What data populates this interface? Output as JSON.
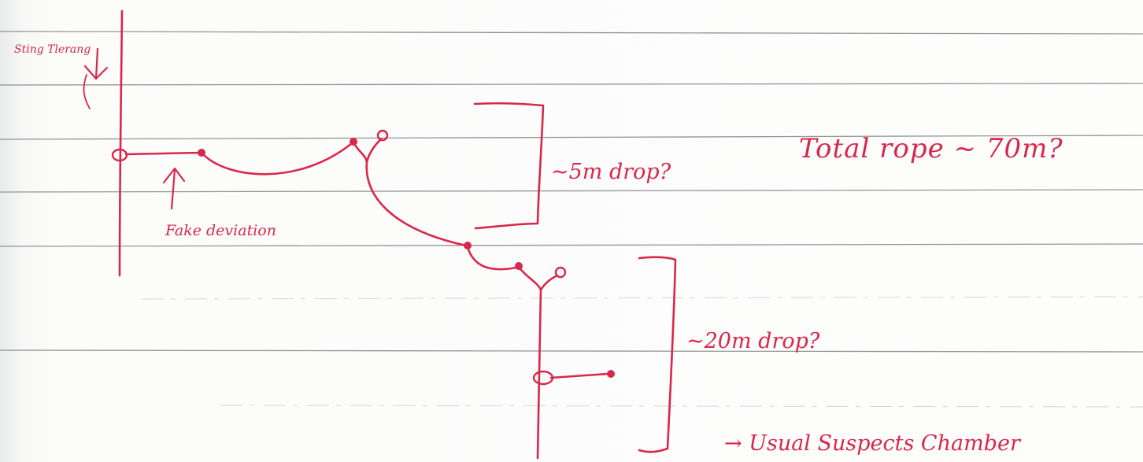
{
  "colors": {
    "ink": "#d8284a",
    "ruling": "#6f7378",
    "paper": "#fdfdfc"
  },
  "annotations": {
    "surveying_label": "Sting Tlerang",
    "fake_deviation_label": "Fake deviation",
    "drop_1": "~5m drop?",
    "drop_2": "~20m drop?",
    "total_rope": "Total rope ~ 70m?",
    "destination": "→ Usual Suspects Chamber"
  },
  "icons": {
    "down_arrow": "down-arrow-icon",
    "up_arrow": "up-arrow-icon"
  }
}
